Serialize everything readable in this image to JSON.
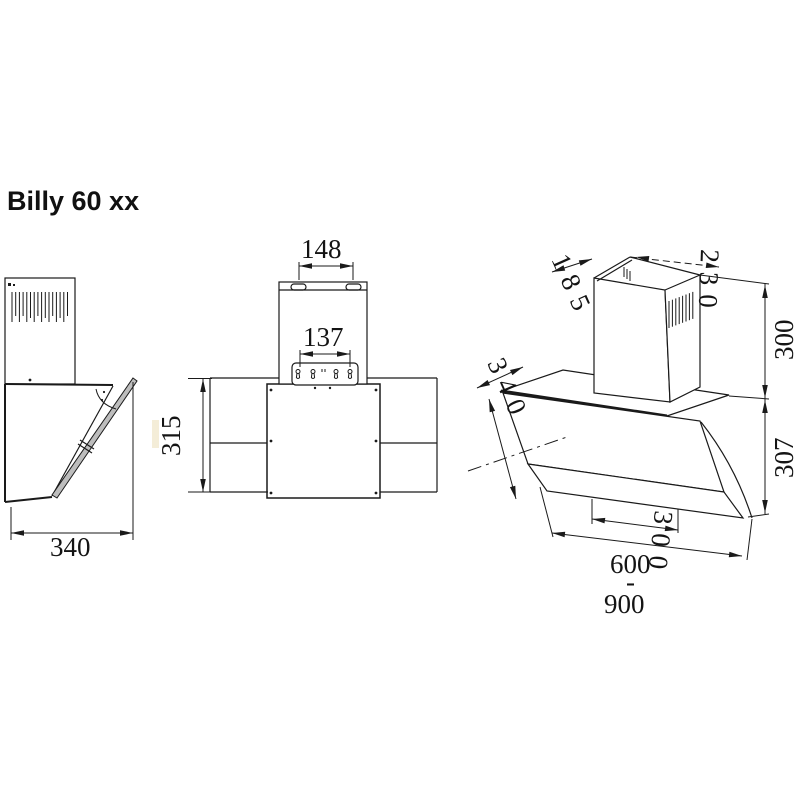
{
  "title": "Billy 60 xx",
  "drawing": {
    "side_view": {
      "depth": "340"
    },
    "front_view": {
      "slot_spacing": "148",
      "keyhole_spacing": "137",
      "height": "315"
    },
    "perspective_view": {
      "chimney_depth": "185",
      "chimney_width": "230",
      "chimney_height": "300",
      "body_height": "307",
      "glass_slant": "340",
      "outlet_width": "300",
      "width_min": "600",
      "width_dash": "-",
      "width_max": "900"
    }
  }
}
